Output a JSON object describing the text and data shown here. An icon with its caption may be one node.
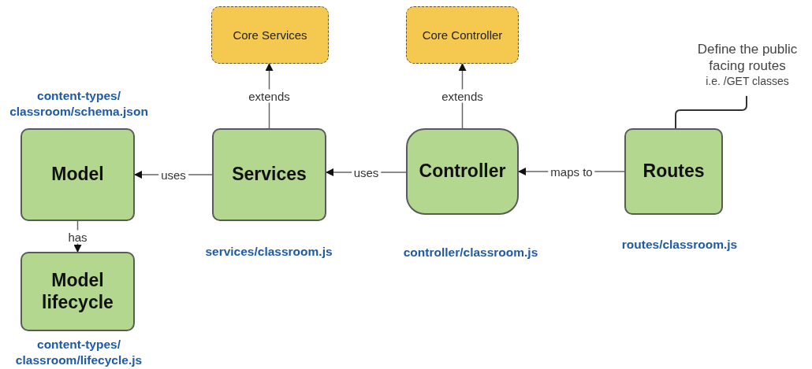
{
  "diagram": {
    "nodes": [
      {
        "text": [
          "Core Services"
        ]
      },
      {
        "text": [
          "Core Controller"
        ]
      },
      {
        "text": [
          "Model"
        ],
        "beside": [
          "content-types/ classroom/schema.json"
        ]
      },
      {
        "text": [
          "Services"
        ],
        "beside": [
          "services/classroom.js"
        ]
      },
      {
        "text": [
          "Controller"
        ],
        "beside": [
          "controller/classroom.js"
        ]
      },
      {
        "text": [
          "Routes"
        ],
        "beside": [
          "routes/classroom.js"
        ]
      },
      {
        "text": [
          "Model lifecycle"
        ],
        "beside": [
          "content-types/ classroom/lifecycle.js"
        ]
      },
      {
        "text": [
          "Define the public facing routes",
          "i.e. /GET classes"
        ]
      }
    ],
    "edges": [
      {
        "from": 3,
        "to": 0,
        "arrow": "to",
        "label": "extends"
      },
      {
        "from": 4,
        "to": 1,
        "arrow": "to",
        "label": "extends"
      },
      {
        "from": 3,
        "to": 2,
        "arrow": "to",
        "label": "uses"
      },
      {
        "from": 4,
        "to": 3,
        "arrow": "to",
        "label": "uses"
      },
      {
        "from": 5,
        "to": 4,
        "arrow": "to",
        "label": "maps to"
      },
      {
        "from": 2,
        "to": 6,
        "arrow": "to",
        "label": "has"
      },
      {
        "from": 5,
        "to": 7,
        "arrow": "none"
      }
    ]
  }
}
